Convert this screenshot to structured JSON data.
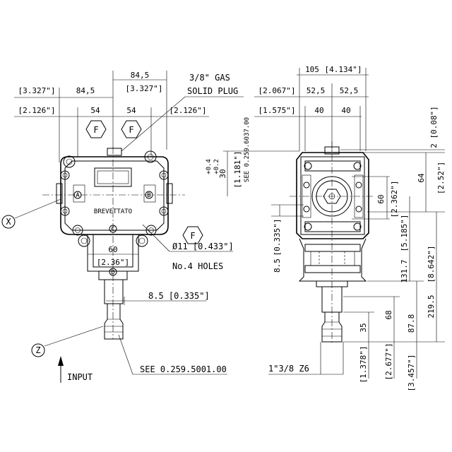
{
  "front_view": {
    "dim_top_total": "84,5",
    "dim_top_total_inch": "[3.327\"]",
    "dim_left_inch": "[3.327\"]",
    "dim_left": "84,5",
    "dim_mid_inch_left": "[2.126\"]",
    "dim_mid_left": "54",
    "dim_mid_right": "54",
    "dim_mid_inch_right": "[2.126\"]",
    "gas_plug_line1": "3/8\" GAS",
    "gas_plug_line2": "SOLID PLUG",
    "marker_f": "F",
    "brand_text": "BREVETTATO",
    "point_a": "A",
    "point_b": "B",
    "point_c": "C",
    "point_d": "D",
    "dim_bottom": "60",
    "dim_bottom_inch": "[2.36\"]",
    "holes_diameter": "Ø11 [0.433\"]",
    "holes_count": "No.4 HOLES",
    "shaft_dim": "8.5 [0.335\"]",
    "label_x": "X",
    "label_z": "Z",
    "input_label": "INPUT",
    "see_reference": "SEE 0.259.5001.00"
  },
  "side_view": {
    "dim_top_total": "105",
    "dim_top_total_inch": "[4.134\"]",
    "dim_half_inch": "[2.067\"]",
    "dim_half_left": "52,5",
    "dim_half_right": "52,5",
    "dim_inner_inch": "[1.575\"]",
    "dim_inner_left": "40",
    "dim_inner_right": "40",
    "dim_2": "2 [0.08\"]",
    "dim_64": "64",
    "dim_64_inch": "[2.52\"]",
    "dim_30": "30",
    "dim_30_tol_upper": "+0.4",
    "dim_30_tol_lower": "+0.2",
    "dim_30_inch": "[1.181\"]",
    "see_reference": "SEE 0.259.6037.00",
    "dim_60": "60",
    "dim_60_inch": "[2.362\"]",
    "dim_8_5": "8.5",
    "dim_8_5_inch": "[0.335\"]",
    "dim_131_7": "131.7",
    "dim_131_7_inch": "[5.185\"]",
    "dim_219_5": "219.5",
    "dim_219_5_inch": "[8.642\"]",
    "dim_87_8": "87.8",
    "dim_87_8_inch": "[3.457\"]",
    "dim_68": "68",
    "dim_68_inch": "[2.677\"]",
    "dim_35": "35",
    "dim_35_inch": "[1.378\"]",
    "spline": "1\"3/8 Z6"
  }
}
